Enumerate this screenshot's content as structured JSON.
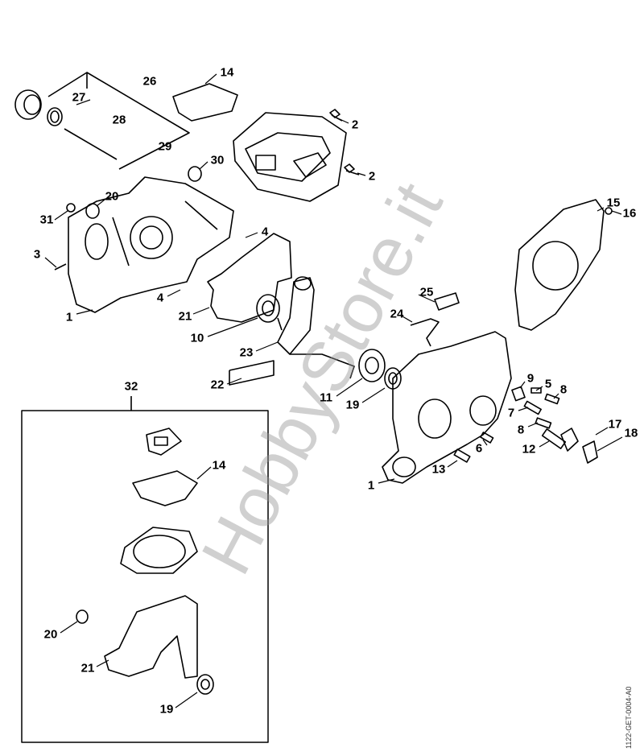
{
  "diagram": {
    "callouts": [
      {
        "id": "26",
        "label": "26"
      },
      {
        "id": "14a",
        "label": "14"
      },
      {
        "id": "27",
        "label": "27"
      },
      {
        "id": "28",
        "label": "28"
      },
      {
        "id": "29",
        "label": "29"
      },
      {
        "id": "2a",
        "label": "2"
      },
      {
        "id": "2b",
        "label": "2"
      },
      {
        "id": "30",
        "label": "30"
      },
      {
        "id": "20a",
        "label": "20"
      },
      {
        "id": "31",
        "label": "31"
      },
      {
        "id": "15",
        "label": "15"
      },
      {
        "id": "16",
        "label": "16"
      },
      {
        "id": "4a",
        "label": "4"
      },
      {
        "id": "3",
        "label": "3"
      },
      {
        "id": "4b",
        "label": "4"
      },
      {
        "id": "25",
        "label": "25"
      },
      {
        "id": "24",
        "label": "24"
      },
      {
        "id": "21a",
        "label": "21"
      },
      {
        "id": "1a",
        "label": "1"
      },
      {
        "id": "10",
        "label": "10"
      },
      {
        "id": "23",
        "label": "23"
      },
      {
        "id": "22",
        "label": "22"
      },
      {
        "id": "11",
        "label": "11"
      },
      {
        "id": "19a",
        "label": "19"
      },
      {
        "id": "9",
        "label": "9"
      },
      {
        "id": "5",
        "label": "5"
      },
      {
        "id": "8a",
        "label": "8"
      },
      {
        "id": "7",
        "label": "7"
      },
      {
        "id": "17",
        "label": "17"
      },
      {
        "id": "8b",
        "label": "8"
      },
      {
        "id": "18",
        "label": "18"
      },
      {
        "id": "12",
        "label": "12"
      },
      {
        "id": "6",
        "label": "6"
      },
      {
        "id": "13",
        "label": "13"
      },
      {
        "id": "1b",
        "label": "1"
      },
      {
        "id": "32",
        "label": "32"
      },
      {
        "id": "14b",
        "label": "14"
      },
      {
        "id": "20b",
        "label": "20"
      },
      {
        "id": "21b",
        "label": "21"
      },
      {
        "id": "19b",
        "label": "19"
      }
    ],
    "drawing_code": "1122-GET-0004-A0",
    "watermark": "HobbyStore.it"
  }
}
